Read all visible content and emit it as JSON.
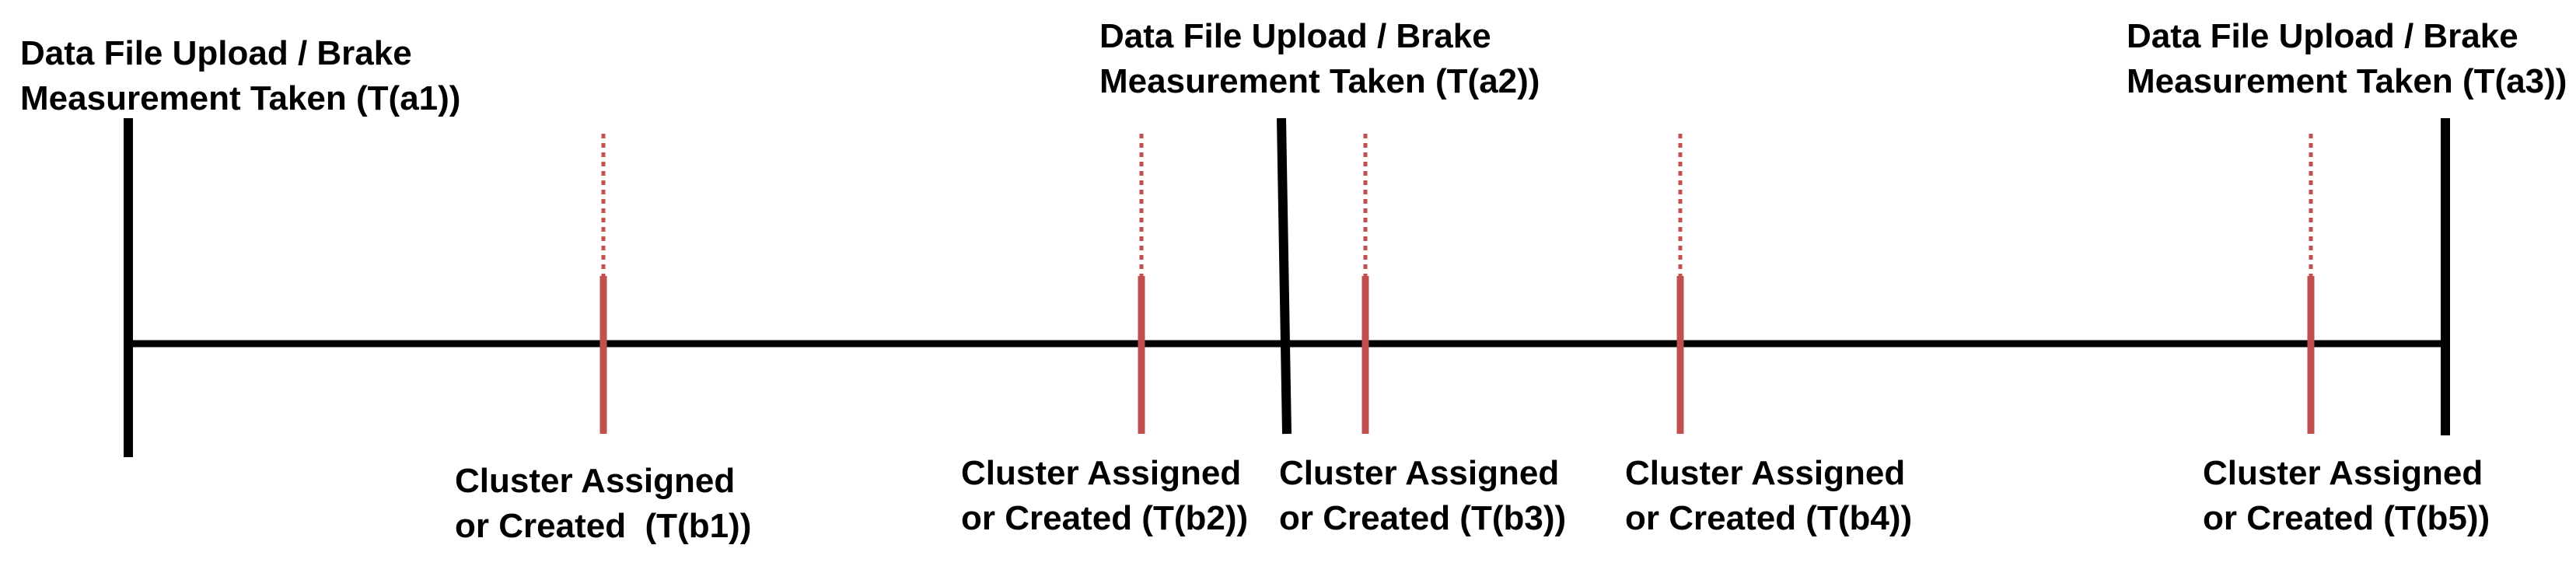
{
  "colors": {
    "timeline": "#000000",
    "event_b": "#c0504d"
  },
  "events_a": [
    {
      "id": "a1",
      "line1": "Data File Upload / Brake",
      "line2": "Measurement Taken (T(a1))"
    },
    {
      "id": "a2",
      "line1": "Data File Upload / Brake",
      "line2": "Measurement Taken (T(a2))"
    },
    {
      "id": "a3",
      "line1": "Data File Upload / Brake",
      "line2": "Measurement Taken (T(a3))"
    }
  ],
  "events_b": [
    {
      "id": "b1",
      "line1": "Cluster Assigned",
      "line2": "or Created  (T(b1))"
    },
    {
      "id": "b2",
      "line1": "Cluster Assigned",
      "line2": "or Created (T(b2))"
    },
    {
      "id": "b3",
      "line1": "Cluster Assigned",
      "line2": "or Created (T(b3))"
    },
    {
      "id": "b4",
      "line1": "Cluster Assigned",
      "line2": "or Created (T(b4))"
    },
    {
      "id": "b5",
      "line1": "Cluster Assigned",
      "line2": "or Created (T(b5))"
    }
  ]
}
